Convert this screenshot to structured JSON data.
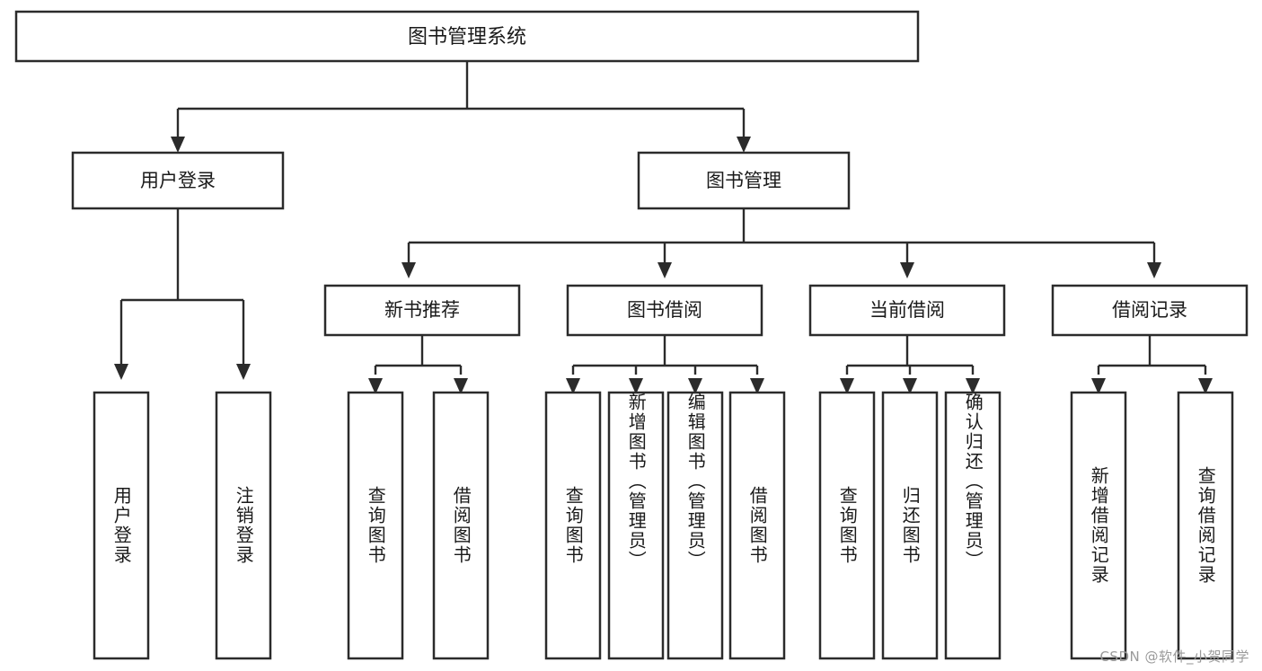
{
  "diagram": {
    "type": "tree",
    "title": "图书管理系统",
    "watermark": "CSDN @软件_小贺同学",
    "colors": {
      "stroke": "#2b2b2b",
      "fill": "#ffffff",
      "text": "#1a1a1a",
      "watermark": "#9a9a9a",
      "background": "#ffffff"
    },
    "root": {
      "label": "图书管理系统"
    },
    "level2": [
      {
        "label": "用户登录"
      },
      {
        "label": "图书管理"
      }
    ],
    "level3": [
      {
        "label": "新书推荐"
      },
      {
        "label": "图书借阅"
      },
      {
        "label": "当前借阅"
      },
      {
        "label": "借阅记录"
      }
    ],
    "leaves": {
      "user_login": [
        {
          "label": "用户登录"
        },
        {
          "label": "注销登录"
        }
      ],
      "new_book_recommend": [
        {
          "label": "查询图书"
        },
        {
          "label": "借阅图书"
        }
      ],
      "book_borrow": [
        {
          "label": "查询图书"
        },
        {
          "label": "新增图书（管理员）"
        },
        {
          "label": "编辑图书（管理员）"
        },
        {
          "label": "借阅图书"
        }
      ],
      "current_borrow": [
        {
          "label": "查询图书"
        },
        {
          "label": "归还图书"
        },
        {
          "label": "确认归还（管理员）"
        }
      ],
      "borrow_record": [
        {
          "label": "新增借阅记录"
        },
        {
          "label": "查询借阅记录"
        }
      ]
    }
  }
}
